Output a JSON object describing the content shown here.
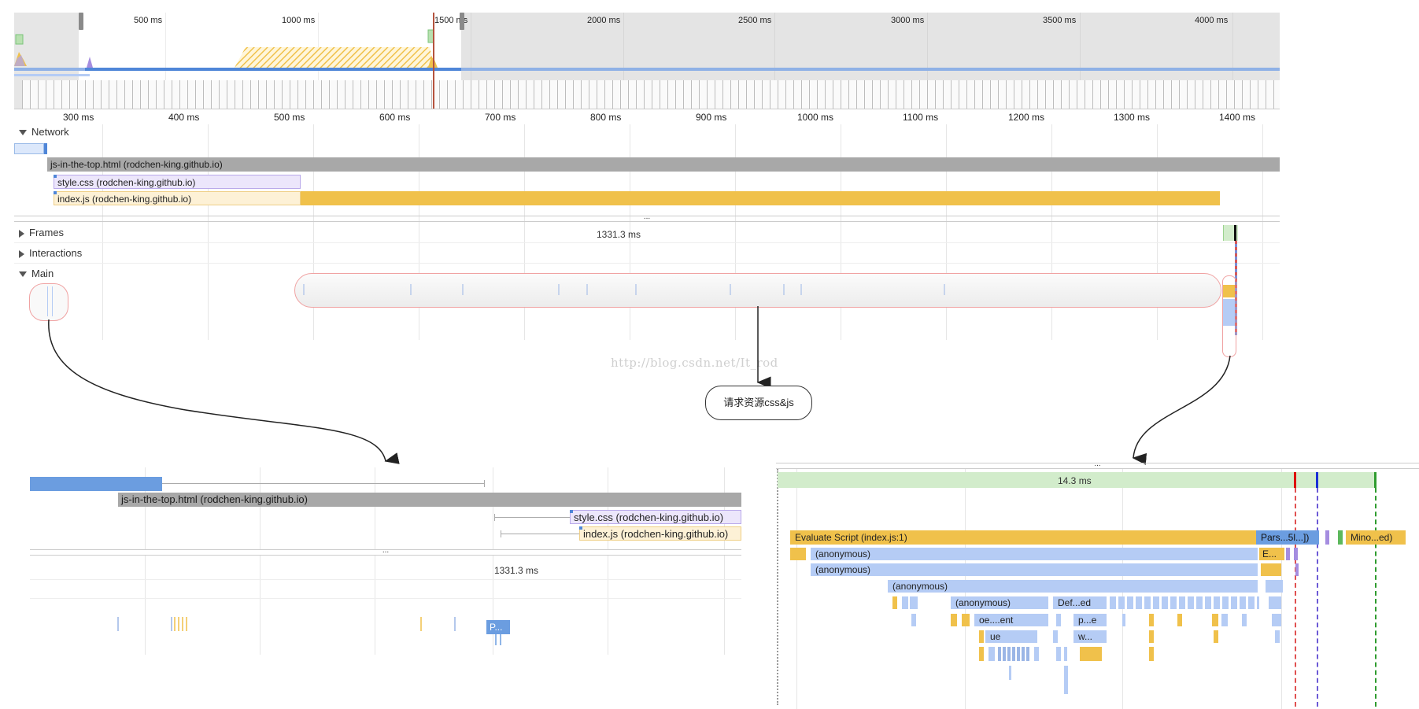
{
  "overview": {
    "ruler": [
      "500 ms",
      "1000 ms",
      "1500 ms",
      "2000 ms",
      "2500 ms",
      "3000 ms",
      "3500 ms",
      "4000 ms"
    ]
  },
  "timeline": {
    "ruler": [
      "300 ms",
      "400 ms",
      "500 ms",
      "600 ms",
      "700 ms",
      "800 ms",
      "900 ms",
      "1000 ms",
      "1100 ms",
      "1200 ms",
      "1300 ms",
      "1400 ms"
    ]
  },
  "network": {
    "label": "Network",
    "requests": [
      {
        "label": "js-in-the-top.html (rodchen-king.github.io)"
      },
      {
        "label": "style.css (rodchen-king.github.io)"
      },
      {
        "label": "index.js (rodchen-king.github.io)"
      }
    ]
  },
  "tracks": {
    "frames": "Frames",
    "interactions": "Interactions",
    "main": "Main",
    "frame_duration": "1331.3 ms"
  },
  "watermark": "http://blog.csdn.net/It_rod",
  "callout": "请求资源css&js",
  "zoom_left": {
    "html_label": "js-in-the-top.html (rodchen-king.github.io)",
    "css_label": "style.css (rodchen-king.github.io)",
    "js_label": "index.js (rodchen-king.github.io)",
    "frame_duration": "1331.3 ms",
    "task_label": "P..."
  },
  "zoom_right": {
    "frame_duration": "14.3 ms",
    "evaluate": "Evaluate Script (index.js:1)",
    "parse": "Pars...5l...])",
    "minor": "Mino...ed)",
    "anon1": "(anonymous)",
    "anon2": "(anonymous)",
    "anon3": "(anonymous)",
    "anon4": "(anonymous)",
    "e_short": "E...",
    "def": "Def...ed",
    "oe": "oe....ent",
    "pe": "p...e",
    "ue": "ue",
    "w": "w..."
  },
  "colors": {
    "scripting": "#f0c14b",
    "parse_html": "#6b9de0",
    "js_frame": "#b5ccf5",
    "frame": "#d2eccb",
    "html_request": "#a8a8a8"
  }
}
